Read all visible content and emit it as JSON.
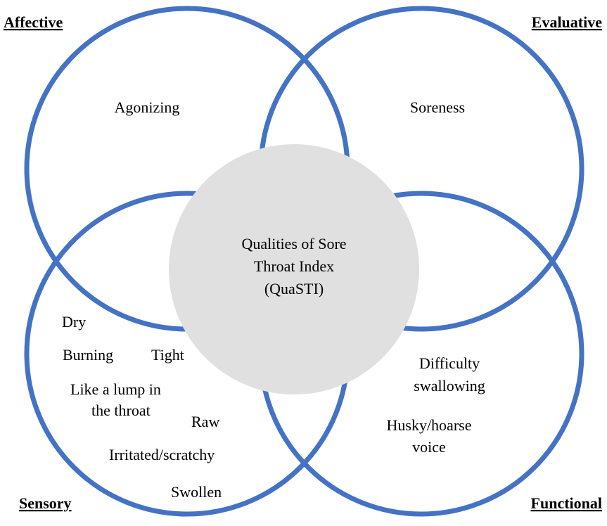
{
  "colors": {
    "ring": "#4472c4",
    "center_fill": "#e1e0e1",
    "text": "#000000",
    "background": "#ffffff"
  },
  "quadrants": {
    "affective": {
      "label": "Affective",
      "words": [
        "Agonizing"
      ]
    },
    "evaluative": {
      "label": "Evaluative",
      "words": [
        "Soreness"
      ]
    },
    "sensory": {
      "label": "Sensory",
      "words": [
        "Dry",
        "Burning",
        "Tight",
        "Like a lump in",
        "the throat",
        "Raw",
        "Irritated/scratchy",
        "Swollen"
      ]
    },
    "functional": {
      "label": "Functional",
      "words": [
        "Difficulty",
        "swallowing",
        "Husky/hoarse",
        "voice"
      ]
    }
  },
  "center": {
    "lines": [
      "Qualities of Sore",
      "Throat Index",
      "(QuaSTI)"
    ]
  }
}
